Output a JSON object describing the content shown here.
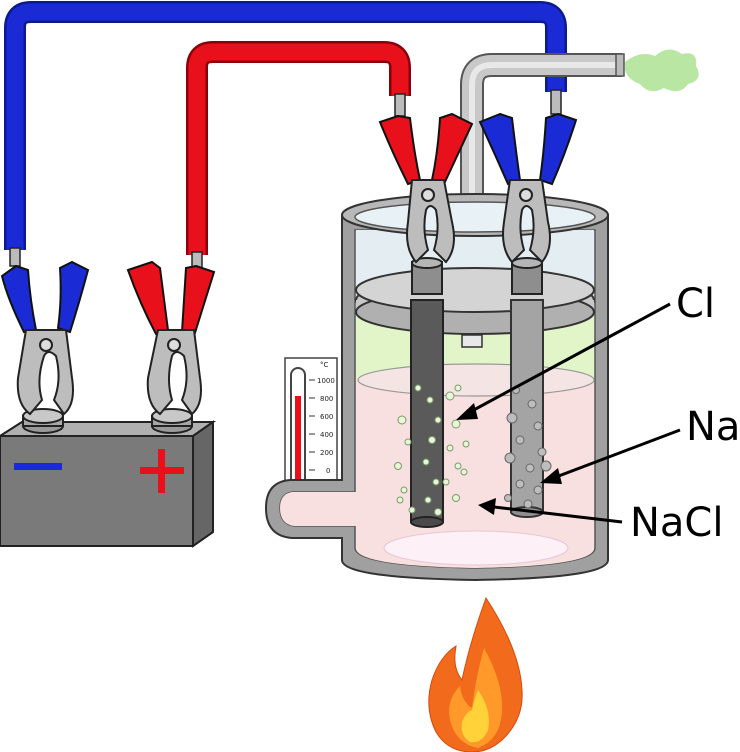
{
  "labels": {
    "chlorine": "Cl",
    "sodium": "Na",
    "salt": "NaCl"
  },
  "thermometer": {
    "unit": "°C",
    "ticks": [
      "1000",
      "800",
      "600",
      "400",
      "200",
      "0"
    ]
  },
  "colors": {
    "positive_wire": "#e8101a",
    "negative_wire": "#1a2bd6",
    "battery": "#7a7a7a",
    "melt": "#f9e0e0",
    "chlorine_layer": "#e2f5c8",
    "flame_outer": "#f26a1b",
    "flame_inner": "#ffd23a",
    "gas": "#b9e6a3"
  }
}
